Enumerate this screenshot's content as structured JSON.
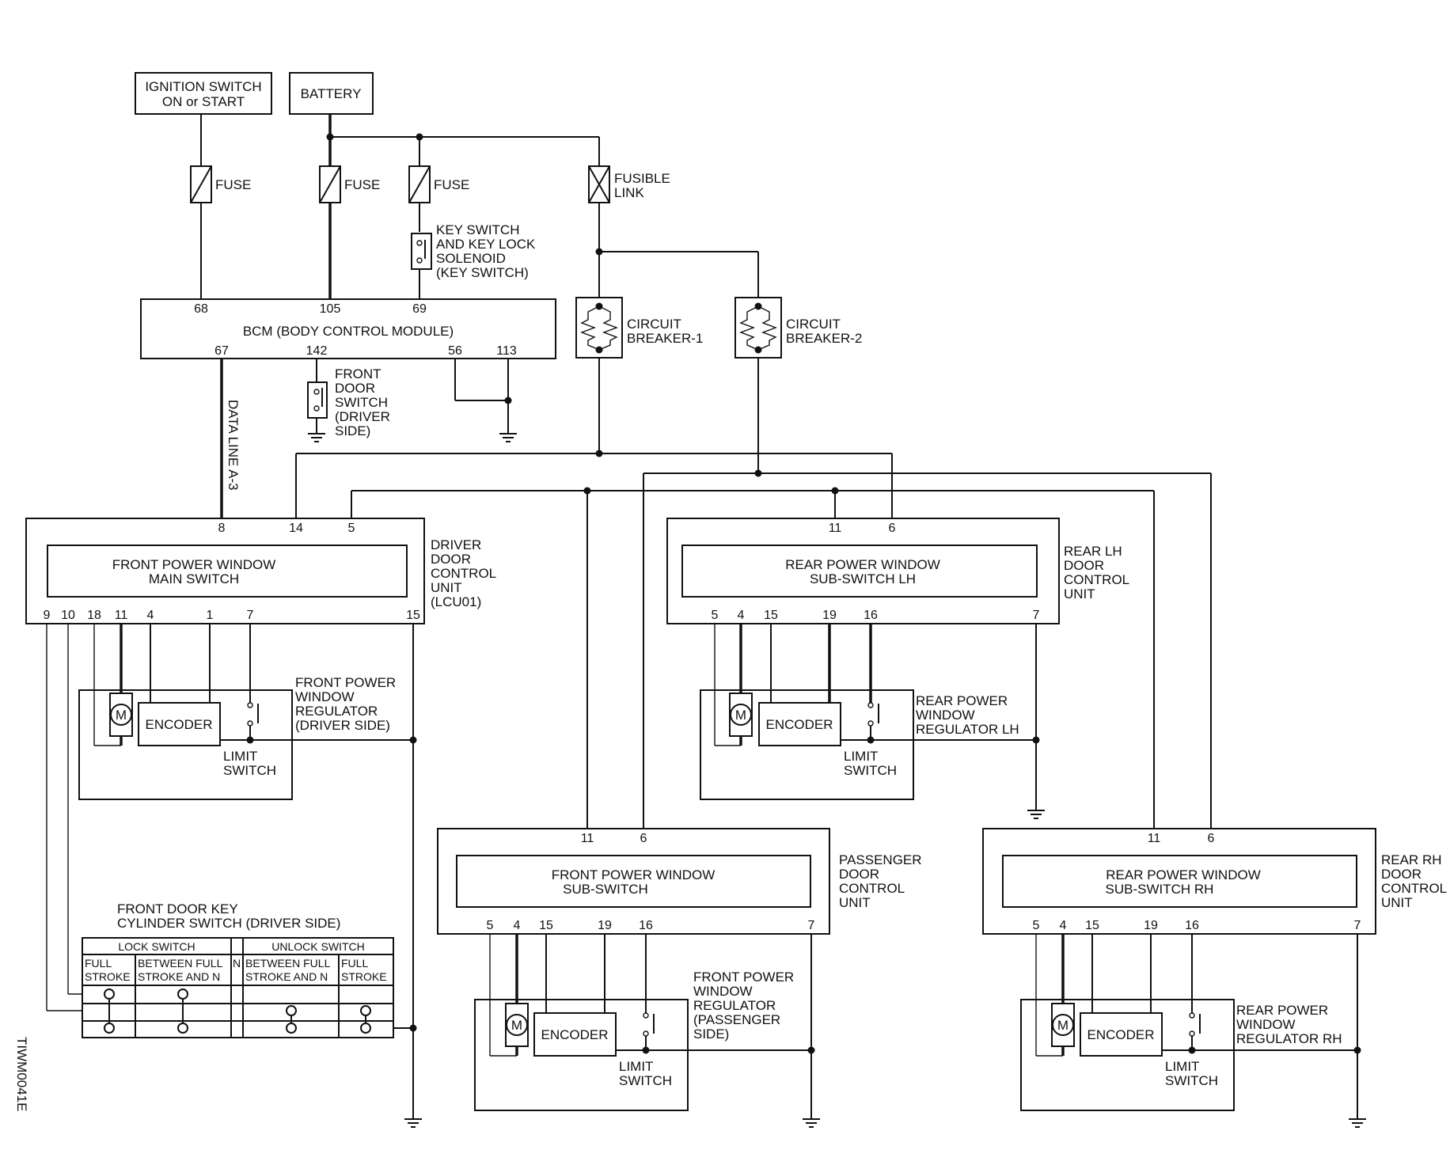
{
  "power": {
    "ignition_line1": "IGNITION SWITCH",
    "ignition_line2": "ON or START",
    "battery": "BATTERY",
    "fuse": "FUSE",
    "fusible_line1": "FUSIBLE",
    "fusible_line2": "LINK",
    "key_switch": [
      "KEY SWITCH",
      "AND KEY LOCK",
      "SOLENOID",
      "(KEY SWITCH)"
    ],
    "cb1": [
      "CIRCUIT",
      "BREAKER-1"
    ],
    "cb2": [
      "CIRCUIT",
      "BREAKER-2"
    ]
  },
  "bcm": {
    "title": "BCM (BODY CONTROL MODULE)",
    "pins_top": [
      "68",
      "105",
      "69"
    ],
    "pins_bottom": [
      "67",
      "142",
      "56",
      "113"
    ],
    "door_switch": [
      "FRONT",
      "DOOR",
      "SWITCH",
      "(DRIVER",
      " SIDE)"
    ],
    "data_line": "DATA LINE A-3"
  },
  "driver_unit": {
    "label": [
      "DRIVER",
      "DOOR",
      "CONTROL",
      "UNIT",
      "(LCU01)"
    ],
    "switch_line1": "FRONT POWER WINDOW",
    "switch_line2": "MAIN SWITCH",
    "pins_top": [
      "8",
      "14",
      "5"
    ],
    "pins_bottom": [
      "9",
      "10",
      "18",
      "11",
      "4",
      "1",
      "7",
      "15"
    ],
    "regulator": [
      "FRONT POWER",
      "WINDOW",
      "REGULATOR",
      "(DRIVER SIDE)"
    ]
  },
  "rear_lh_unit": {
    "label": [
      "REAR LH",
      "DOOR",
      "CONTROL",
      "UNIT"
    ],
    "switch_line1": "REAR POWER WINDOW",
    "switch_line2": "SUB-SWITCH LH",
    "pins_top": [
      "11",
      "6"
    ],
    "pins_bottom": [
      "5",
      "4",
      "15",
      "19",
      "16",
      "7"
    ],
    "regulator": [
      "REAR POWER",
      "WINDOW",
      "REGULATOR LH"
    ]
  },
  "passenger_unit": {
    "label": [
      "PASSENGER",
      "DOOR",
      "CONTROL",
      "UNIT"
    ],
    "switch_line1": "FRONT POWER WINDOW",
    "switch_line2": "SUB-SWITCH",
    "pins_top": [
      "11",
      "6"
    ],
    "pins_bottom": [
      "5",
      "4",
      "15",
      "19",
      "16",
      "7"
    ],
    "regulator": [
      "FRONT POWER",
      "WINDOW",
      "REGULATOR",
      "(PASSENGER",
      " SIDE)"
    ]
  },
  "rear_rh_unit": {
    "label": [
      "REAR RH",
      "DOOR",
      "CONTROL",
      "UNIT"
    ],
    "switch_line1": "REAR POWER WINDOW",
    "switch_line2": "SUB-SWITCH RH",
    "pins_top": [
      "11",
      "6"
    ],
    "pins_bottom": [
      "5",
      "4",
      "15",
      "19",
      "16",
      "7"
    ],
    "regulator": [
      "REAR POWER",
      "WINDOW",
      "REGULATOR RH"
    ]
  },
  "common": {
    "encoder": "ENCODER",
    "motor": "M",
    "limit_switch": [
      "LIMIT",
      "SWITCH"
    ]
  },
  "key_cylinder": {
    "title": [
      "FRONT DOOR KEY",
      "CYLINDER SWITCH (DRIVER SIDE)"
    ],
    "lock_switch": "LOCK SWITCH",
    "unlock_switch": "UNLOCK SWITCH",
    "full_stroke": [
      "FULL",
      "STROKE"
    ],
    "between": [
      "BETWEEN FULL",
      "STROKE AND N"
    ],
    "n": "N"
  },
  "figure_id": "TIWM0041E"
}
